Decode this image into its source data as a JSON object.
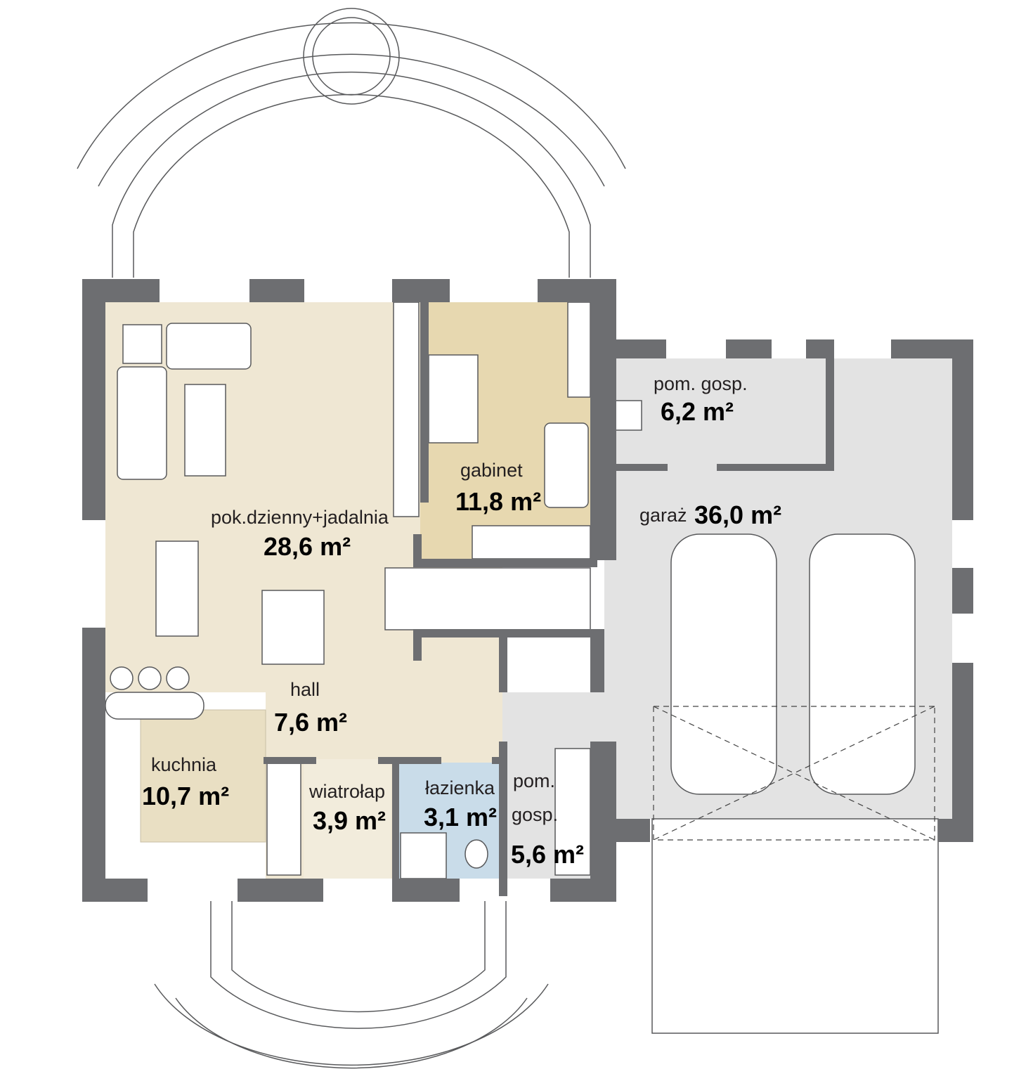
{
  "colors": {
    "wall": "#6d6e71",
    "living_floor": "#efe7d3",
    "study_floor": "#e7d8b0",
    "entry_floor": "#f2ecdc",
    "utility_floor": "#e3e3e3",
    "bathroom_floor": "#c9dce9"
  },
  "rooms": {
    "living": {
      "name": "pok.dzienny+jadalnia",
      "area": "28,6 m²"
    },
    "study": {
      "name": "gabinet",
      "area": "11,8 m²"
    },
    "hall": {
      "name": "hall",
      "area": "7,6 m²"
    },
    "kitchen": {
      "name": "kuchnia",
      "area": "10,7 m²"
    },
    "vestibule": {
      "name": "wiatrołap",
      "area": "3,9 m²"
    },
    "bathroom": {
      "name": "łazienka",
      "area": "3,1 m²"
    },
    "utility_small": {
      "name_line1": "pom.",
      "name_line2": "gosp.",
      "area": "5,6 m²"
    },
    "utility_large": {
      "name": "pom. gosp.",
      "area": "6,2 m²"
    },
    "garage": {
      "name": "garaż",
      "area": "36,0 m²"
    }
  }
}
